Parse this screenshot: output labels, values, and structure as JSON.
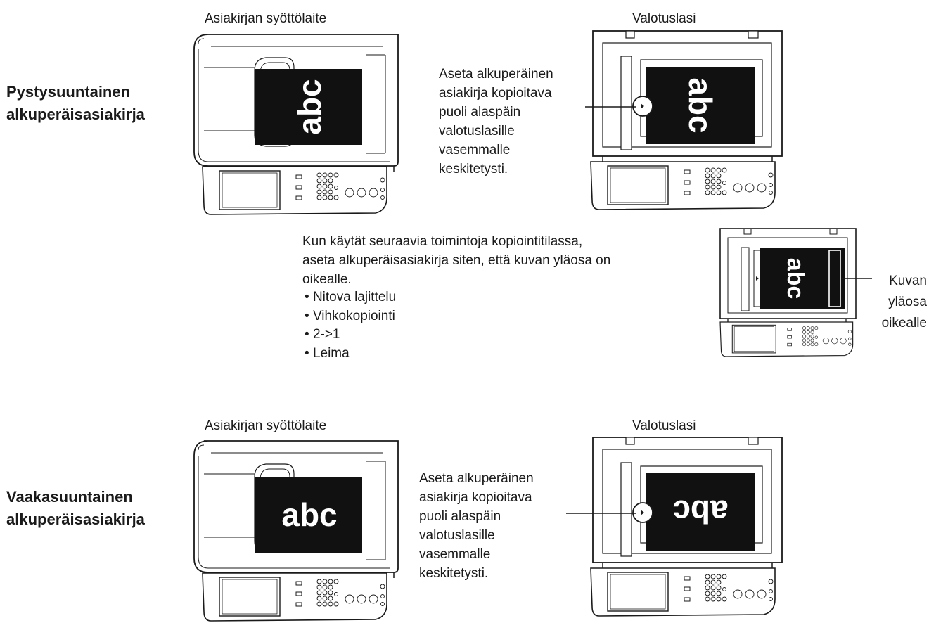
{
  "diagram": {
    "colors": {
      "ink": "#1a1a1a",
      "paper": "#ffffff",
      "document": "#111111",
      "document_text": "#ffffff"
    },
    "icons": {
      "portrait_adf": "adf-copier-icon",
      "portrait_glass": "glass-copier-icon",
      "special_glass": "glass-copier-small-icon",
      "landscape_adf": "adf-copier-icon",
      "landscape_glass": "glass-copier-icon"
    },
    "portrait": {
      "row_label_line1": "Pystysuuntainen",
      "row_label_line2": "alkuperäisasiakirja",
      "adf_title": "Asiakirjan syöttölaite",
      "glass_title": "Valotuslasi",
      "instruction": "Aseta alkuperäinen\nasiakirja kopioitava\npuoli alaspäin\nvalotuslasille\nvasemmalle\nkeskitetysti.",
      "doc_text": "abc"
    },
    "special": {
      "intro": "Kun käytät seuraavia toimintoja kopiointitilassa,\naseta alkuperäisasiakirja siten, että kuvan yläosa on\noikealle.",
      "items": [
        "Nitova lajittelu",
        "Vihkokopiointi",
        "2->1",
        "Leima"
      ],
      "callout": "Kuvan\nyläosa\noikealle",
      "doc_text": "abc"
    },
    "landscape": {
      "row_label_line1": "Vaakasuuntainen",
      "row_label_line2": "alkuperäisasiakirja",
      "adf_title": "Asiakirjan syöttölaite",
      "glass_title": "Valotuslasi",
      "instruction": "Aseta alkuperäinen\nasiakirja kopioitava\npuoli alaspäin\nvalotuslasille\nvasemmalle\nkeskitetysti.",
      "doc_text": "abc"
    }
  }
}
